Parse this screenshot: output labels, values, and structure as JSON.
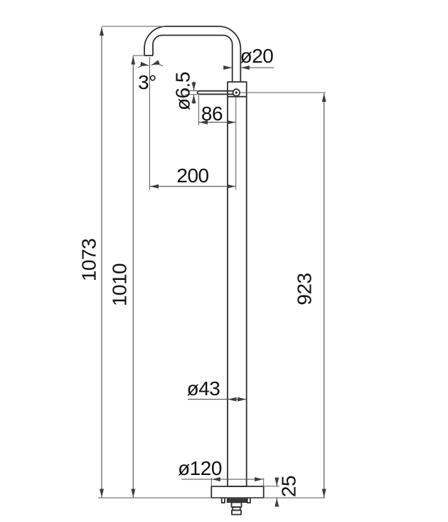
{
  "drawing": {
    "title": "freestanding-column-mixer-technical-drawing",
    "units": "mm",
    "labels": {
      "total_height": "1073",
      "spout_outlet_height": "1010",
      "lever_height": "923",
      "spout_reach": "200",
      "lever_length": "86",
      "spout_tube_diameter": "ø20",
      "lever_rod_diameter": "ø6.5",
      "spout_angle": "3°",
      "column_diameter": "ø43",
      "base_plate_diameter": "ø120",
      "base_plate_height": "25"
    }
  }
}
